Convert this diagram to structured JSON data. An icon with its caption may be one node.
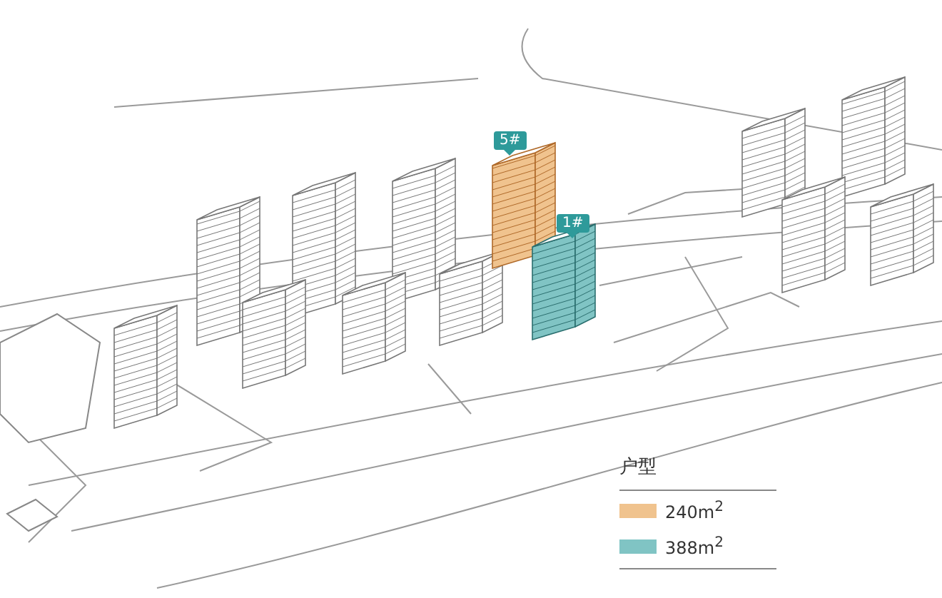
{
  "diagram": {
    "labels": [
      "5#",
      "1#",
      "户型"
    ],
    "legend": [
      {
        "text": "240m$^{2}$",
        "color": "#f0c38e"
      },
      {
        "text": "388m$^{2}$",
        "color": "#80c4c4"
      }
    ]
  }
}
